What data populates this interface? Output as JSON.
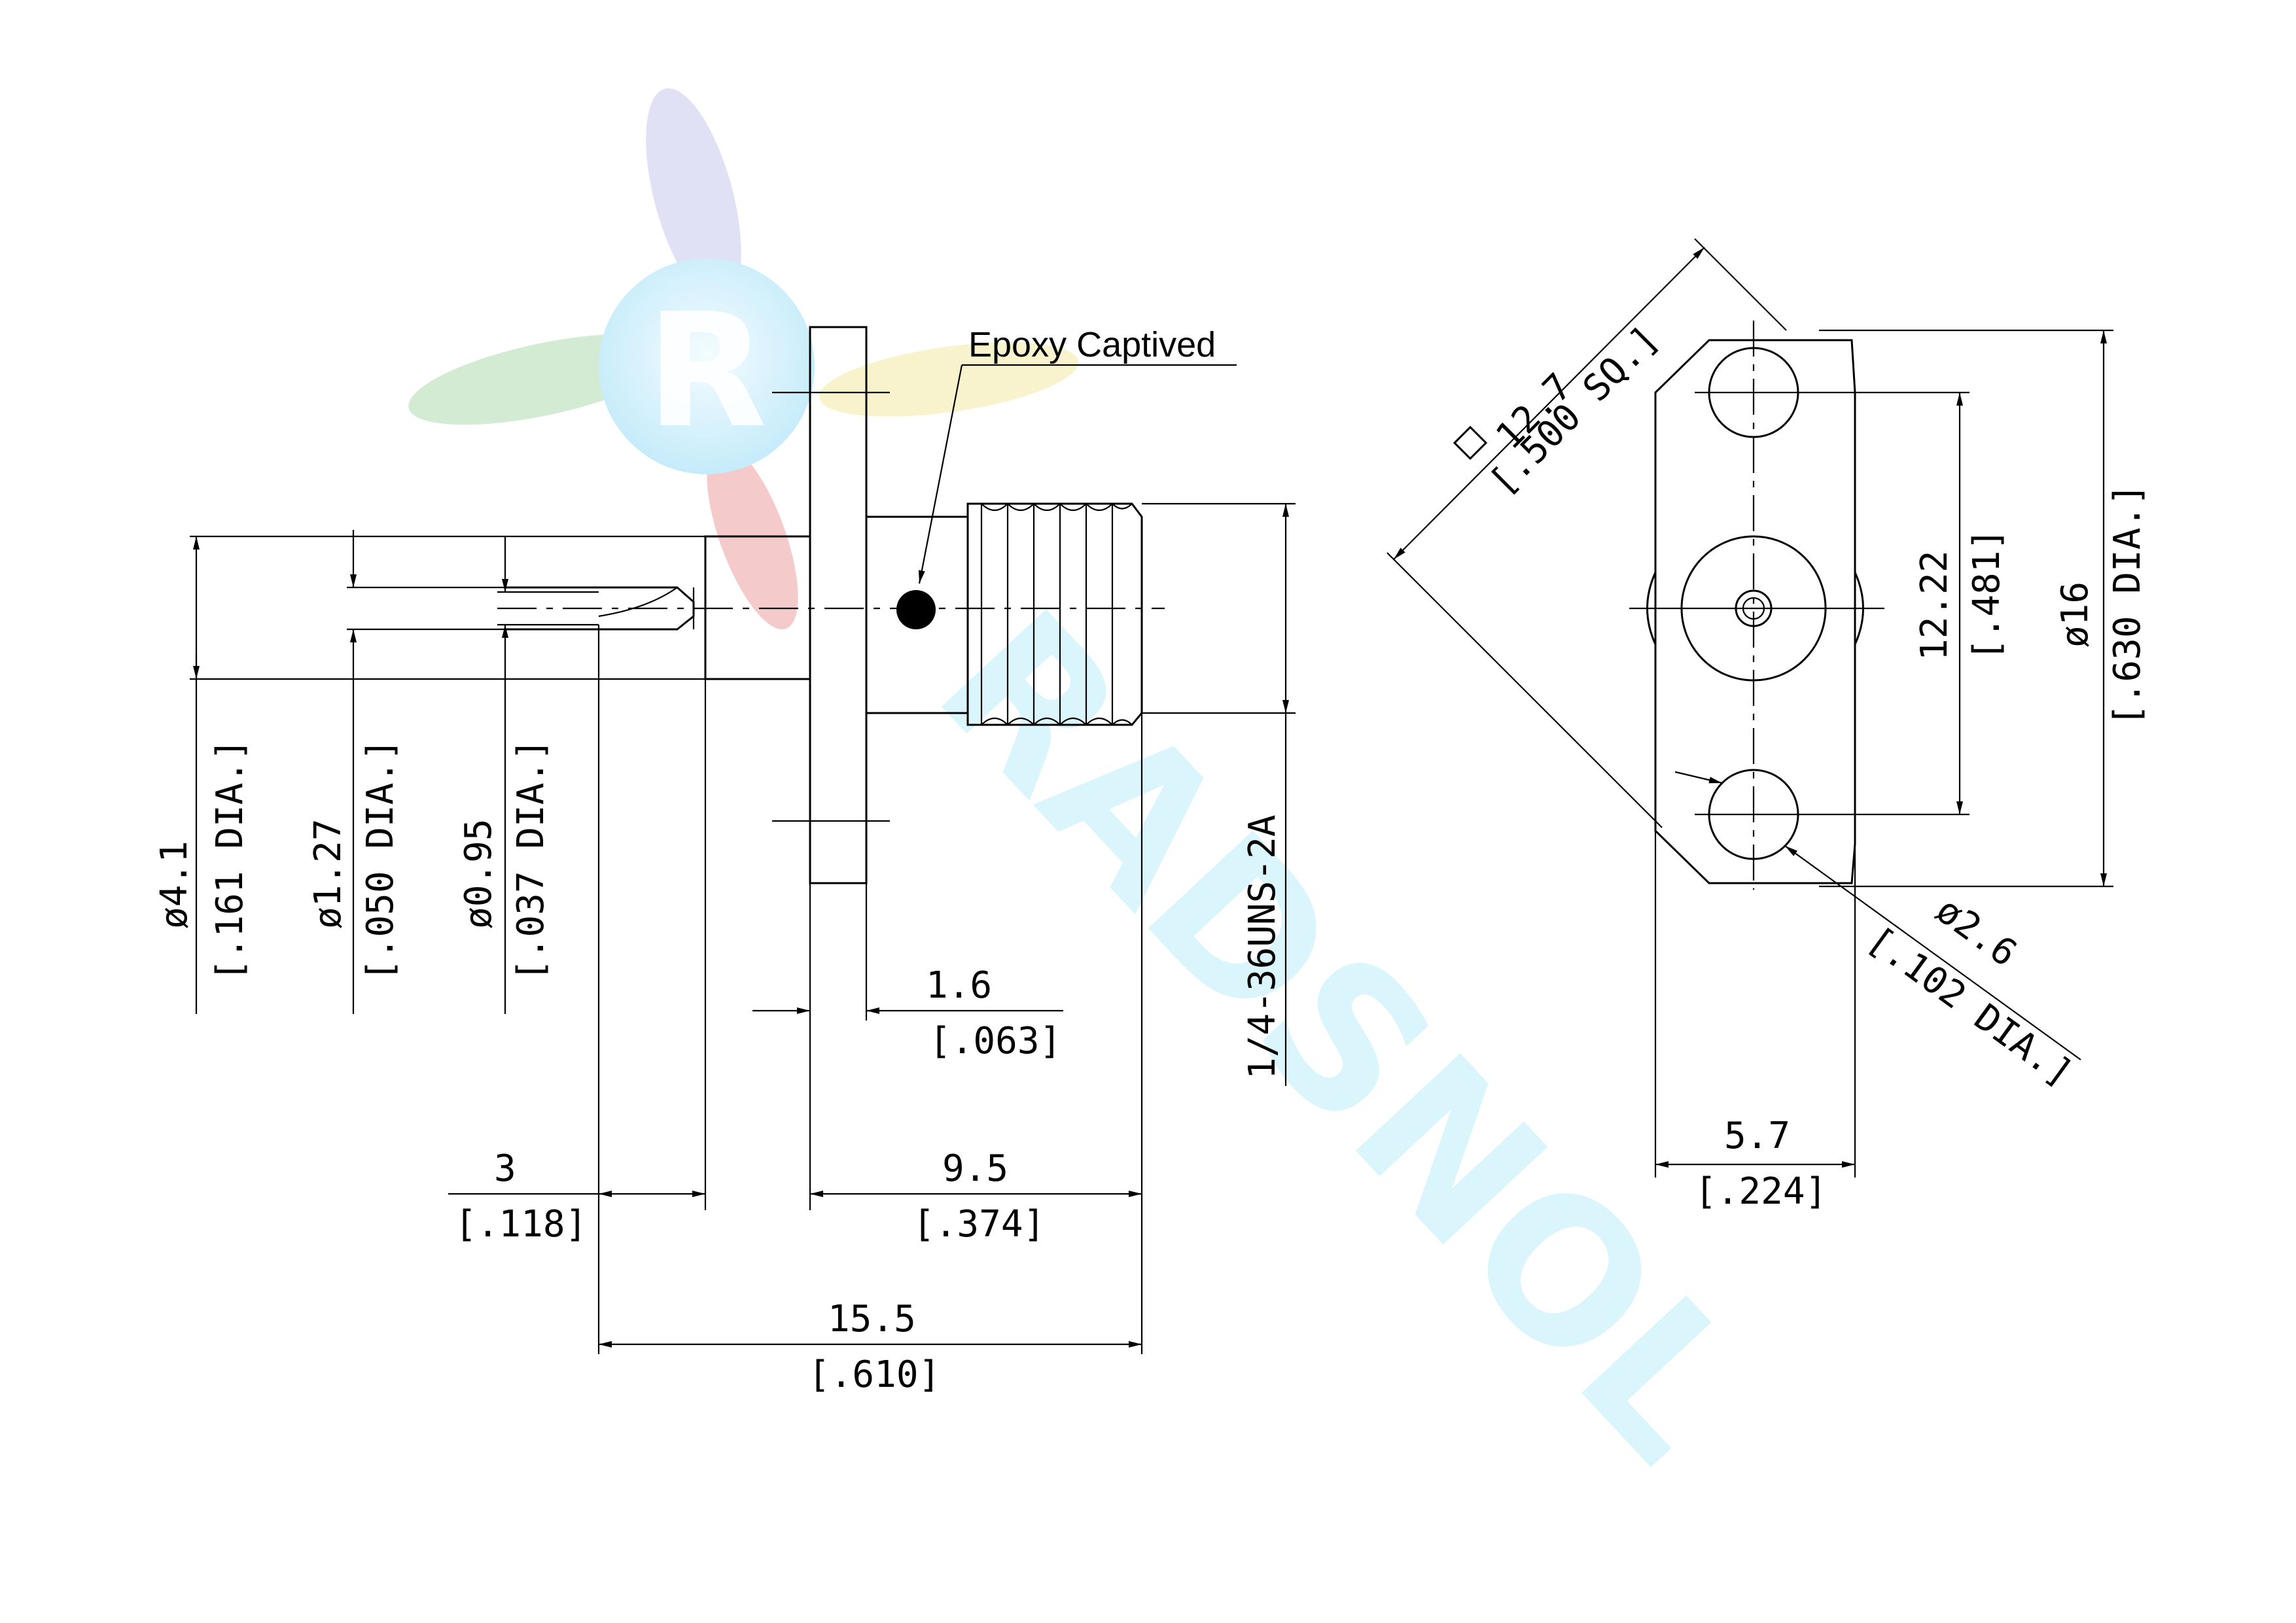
{
  "callout": {
    "epoxy": "Epoxy Captived"
  },
  "side_view": {
    "dia_4_1": "ø4.1",
    "dia_4_1_in": "[.161 DIA.]",
    "dia_1_27": "ø1.27",
    "dia_1_27_in": "[.050 DIA.]",
    "dia_0_95": "ø0.95",
    "dia_0_95_in": "[.037 DIA.]",
    "thread": "1/4-36UNS-2A",
    "flange_thk": "1.6",
    "flange_thk_in": "[.063]",
    "pin_len": "3",
    "pin_len_in": "[.118]",
    "body_len": "9.5",
    "body_len_in": "[.374]",
    "total_len": "15.5",
    "total_len_in": "[.610]"
  },
  "front_view": {
    "square": "12.7",
    "square_in": "[.500 SQ.]",
    "hole_spacing": "12.22",
    "hole_spacing_in": "[.481]",
    "flange_dia": "ø16",
    "flange_dia_in": "[.630 DIA.]",
    "hole_dia": "ø2.6",
    "hole_dia_in": "[.102 DIA.]",
    "width": "5.7",
    "width_in": "[.224]"
  },
  "watermark": {
    "logo_letter": "R",
    "brand": "RADSNOL"
  }
}
